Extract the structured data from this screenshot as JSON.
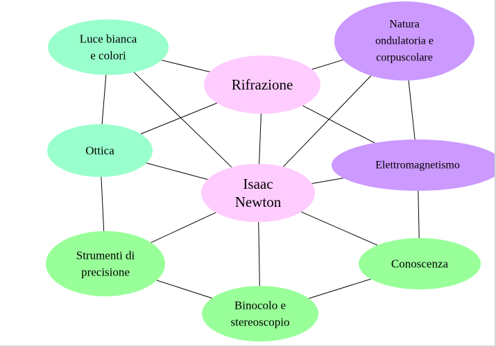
{
  "diagram": {
    "colors": {
      "teal": "#99ffcc",
      "pink": "#ffccff",
      "purple": "#cc99ff",
      "green": "#99ff99",
      "line": "#000000"
    },
    "nodes": [
      {
        "id": "luce",
        "lines": [
          "Luce bianca",
          "e colori"
        ],
        "color": "teal"
      },
      {
        "id": "rifrazione",
        "lines": [
          "Rifrazione"
        ],
        "color": "pink"
      },
      {
        "id": "natura",
        "lines": [
          "Natura",
          "ondulatoria e",
          "corpuscolare"
        ],
        "color": "purple"
      },
      {
        "id": "ottica",
        "lines": [
          "Ottica"
        ],
        "color": "teal"
      },
      {
        "id": "newton",
        "lines": [
          "Isaac",
          "Newton"
        ],
        "color": "pink"
      },
      {
        "id": "elettro",
        "lines": [
          "Elettromagnetismo"
        ],
        "color": "purple"
      },
      {
        "id": "strumenti",
        "lines": [
          "Strumenti di",
          "precisione"
        ],
        "color": "green"
      },
      {
        "id": "conoscenza",
        "lines": [
          "Conoscenza"
        ],
        "color": "green"
      },
      {
        "id": "binocolo",
        "lines": [
          "Binocolo e",
          "stereoscopio"
        ],
        "color": "green"
      }
    ],
    "edges": [
      [
        "luce",
        "rifrazione"
      ],
      [
        "luce",
        "ottica"
      ],
      [
        "luce",
        "newton"
      ],
      [
        "rifrazione",
        "natura"
      ],
      [
        "rifrazione",
        "ottica"
      ],
      [
        "rifrazione",
        "newton"
      ],
      [
        "rifrazione",
        "elettro"
      ],
      [
        "natura",
        "newton"
      ],
      [
        "natura",
        "elettro"
      ],
      [
        "ottica",
        "newton"
      ],
      [
        "ottica",
        "strumenti"
      ],
      [
        "newton",
        "elettro"
      ],
      [
        "newton",
        "strumenti"
      ],
      [
        "newton",
        "binocolo"
      ],
      [
        "newton",
        "conoscenza"
      ],
      [
        "elettro",
        "conoscenza"
      ],
      [
        "strumenti",
        "binocolo"
      ],
      [
        "binocolo",
        "conoscenza"
      ]
    ]
  }
}
